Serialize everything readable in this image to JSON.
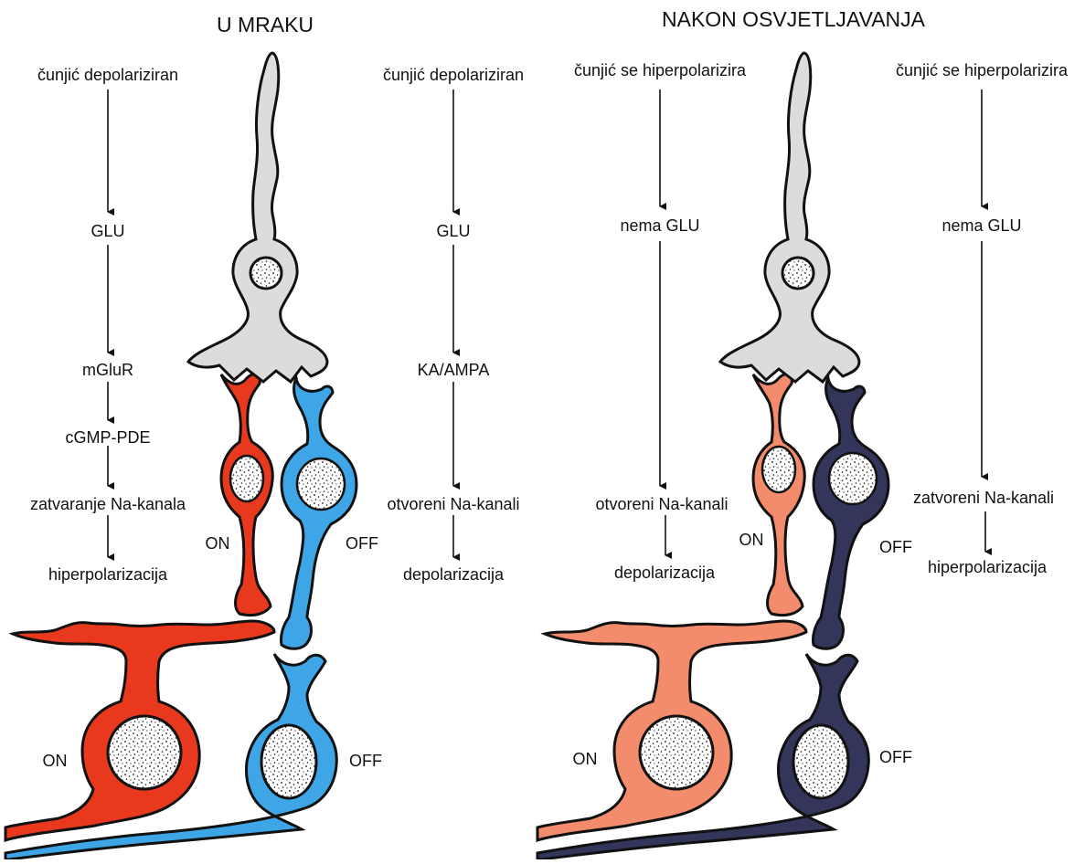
{
  "panels": {
    "dark": {
      "title": "U MRAKU",
      "left_chain": [
        "čunjić depolariziran",
        "GLU",
        "mGluR",
        "cGMP-PDE",
        "zatvaranje Na-kanala",
        "hiperpolarizacija"
      ],
      "right_chain": [
        "čunjić depolariziran",
        "GLU",
        "KA/AMPA",
        "otvoreni Na-kanali",
        "depolarizacija"
      ],
      "on_label": "ON",
      "off_label": "OFF",
      "ganglion_on_label": "ON",
      "ganglion_off_label": "OFF"
    },
    "light": {
      "title": "NAKON OSVJETLJAVANJA",
      "left_chain": [
        "čunjić se hiperpolarizira",
        "nema GLU",
        "otvoreni Na-kanali",
        "depolarizacija"
      ],
      "right_chain": [
        "čunjić se hiperpolarizira",
        "nema GLU",
        "zatvoreni Na-kanali",
        "hiperpolarizacija"
      ],
      "on_label": "ON",
      "off_label": "OFF",
      "ganglion_on_label": "ON",
      "ganglion_off_label": "OFF"
    }
  },
  "colors": {
    "cone": "#dcdcdc",
    "dark_on": "#e8391f",
    "dark_off": "#3ea6e6",
    "light_on": "#f28c6c",
    "light_off": "#34355a",
    "outline": "#111111"
  }
}
